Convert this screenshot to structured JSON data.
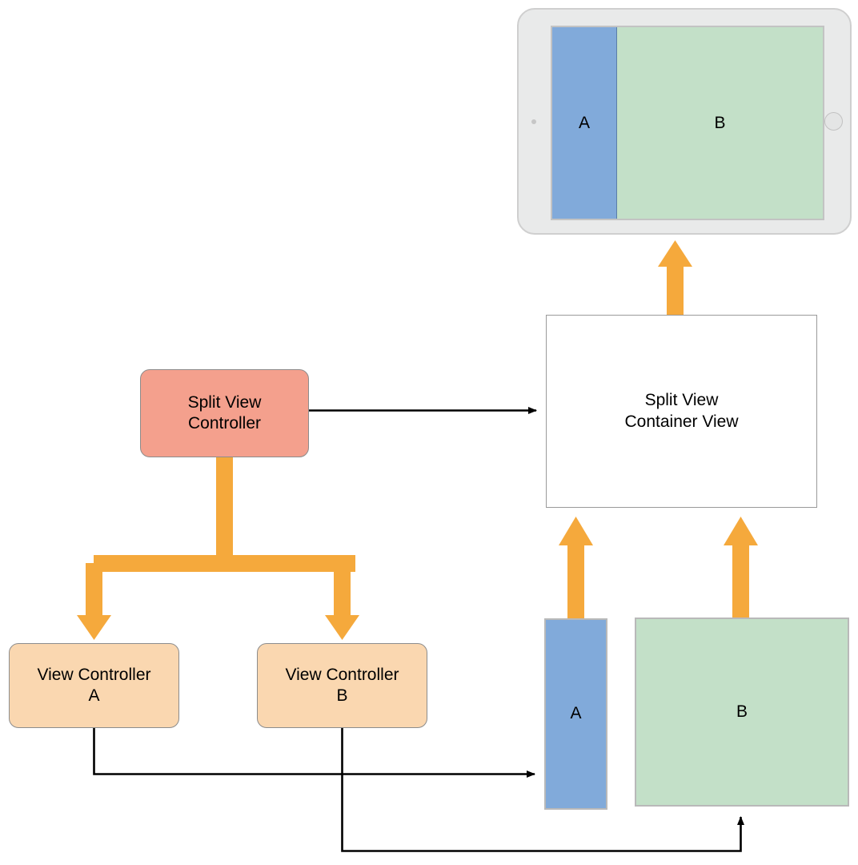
{
  "diagram": {
    "title": "Split View Controller containment diagram",
    "type": "flowchart",
    "colors": {
      "controller_fill": "#f4a08d",
      "view_controller_fill": "#fad7b0",
      "container_fill": "#ffffff",
      "view_a_fill": "#81aada",
      "view_b_fill": "#c3e0c8",
      "orange_connector": "#f5a93c",
      "black_connector": "#000000",
      "node_border": "#8c8c8c",
      "device_frame": "#e9eaea"
    }
  },
  "device": {
    "name": "tablet-device",
    "screen": {
      "pane_a_label": "A",
      "pane_b_label": "B"
    },
    "home_button": "home-button",
    "camera": "front-camera"
  },
  "nodes": {
    "split_view_controller": {
      "label": "Split View\nController",
      "shape": "rounded-rect"
    },
    "view_controller_a": {
      "label": "View Controller\nA",
      "shape": "rounded-rect"
    },
    "view_controller_b": {
      "label": "View Controller\nB",
      "shape": "rounded-rect"
    },
    "split_view_container_view": {
      "label": "Split View\nContainer View",
      "shape": "rect"
    },
    "view_a": {
      "label": "A",
      "shape": "rect"
    },
    "view_b": {
      "label": "B",
      "shape": "rect"
    }
  },
  "edges": [
    {
      "id": "svc-to-container",
      "from": "split_view_controller",
      "to": "split_view_container_view",
      "style": "thin-black-arrow",
      "direction": "right"
    },
    {
      "id": "svc-to-vca",
      "from": "split_view_controller",
      "to": "view_controller_a",
      "style": "thick-orange-arrow",
      "direction": "down"
    },
    {
      "id": "svc-to-vcb",
      "from": "split_view_controller",
      "to": "view_controller_b",
      "style": "thick-orange-arrow",
      "direction": "down"
    },
    {
      "id": "container-to-device",
      "from": "split_view_container_view",
      "to": "device",
      "style": "thick-orange-arrow",
      "direction": "up"
    },
    {
      "id": "viewa-to-container",
      "from": "view_a",
      "to": "split_view_container_view",
      "style": "thick-orange-arrow",
      "direction": "up"
    },
    {
      "id": "viewb-to-container",
      "from": "view_b",
      "to": "split_view_container_view",
      "style": "thick-orange-arrow",
      "direction": "up"
    },
    {
      "id": "vca-to-viewa",
      "from": "view_controller_a",
      "to": "view_a",
      "style": "thin-black-arrow",
      "direction": "right"
    },
    {
      "id": "vcb-to-viewb",
      "from": "view_controller_b",
      "to": "view_b",
      "style": "thin-black-arrow",
      "direction": "up"
    }
  ]
}
